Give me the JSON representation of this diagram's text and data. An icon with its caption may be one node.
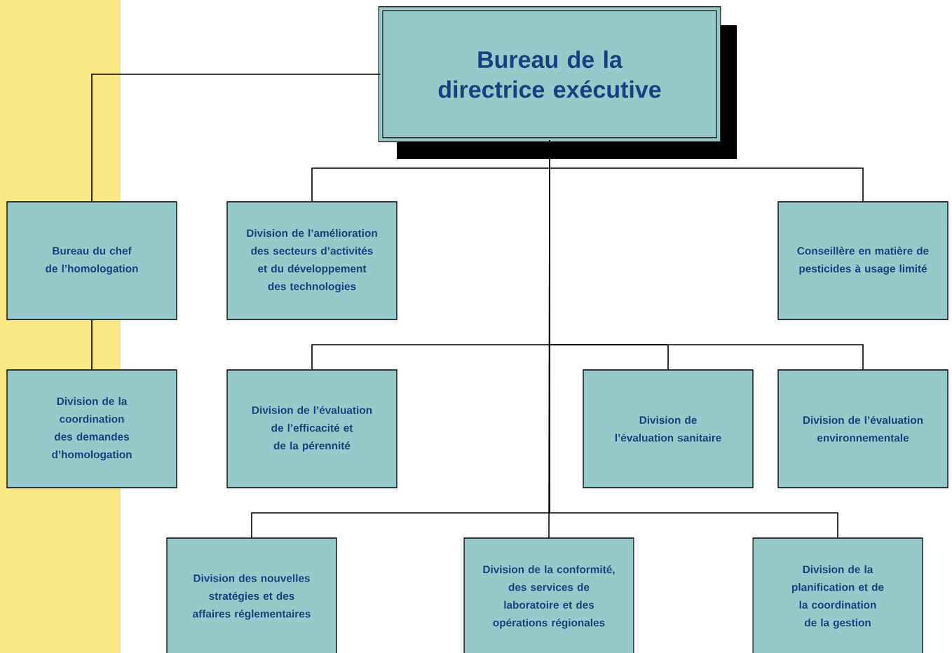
{
  "diagram": {
    "nodes": [
      {
        "text": [
          "Bureau de la directrice exécutive"
        ]
      },
      {
        "text": [
          "Bureau du chef de l’homologation"
        ]
      },
      {
        "text": [
          "Division de l’amélioration des secteurs d’activités et du développement des technologies"
        ]
      },
      {
        "text": [
          "Conseillère en matière de pesticides à usage limité"
        ]
      },
      {
        "text": [
          "Division de la coordination des demandes d’homologation"
        ]
      },
      {
        "text": [
          "Division de l’évaluation de l’efficacité et de la pérennité"
        ]
      },
      {
        "text": [
          "Division de l’évaluation sanitaire"
        ]
      },
      {
        "text": [
          "Division de l’évaluation environnementale"
        ]
      },
      {
        "text": [
          "Division des nouvelles stratégies et des affaires réglementaires"
        ]
      },
      {
        "text": [
          "Division de la conformité, des services de laboratoire et des opérations régionales"
        ]
      },
      {
        "text": [
          "Division de la planification et de la coordination de la gestion"
        ]
      }
    ],
    "edges": [
      {
        "from": 0,
        "to": 1,
        "arrow": "none"
      },
      {
        "from": 0,
        "to": 2,
        "arrow": "none"
      },
      {
        "from": 0,
        "to": 3,
        "arrow": "none"
      },
      {
        "from": 1,
        "to": 4,
        "arrow": "none"
      },
      {
        "from": 0,
        "to": 5,
        "arrow": "none"
      },
      {
        "from": 0,
        "to": 6,
        "arrow": "none"
      },
      {
        "from": 0,
        "to": 7,
        "arrow": "none"
      },
      {
        "from": 0,
        "to": 8,
        "arrow": "none"
      },
      {
        "from": 0,
        "to": 9,
        "arrow": "none"
      },
      {
        "from": 0,
        "to": 10,
        "arrow": "none"
      }
    ]
  }
}
